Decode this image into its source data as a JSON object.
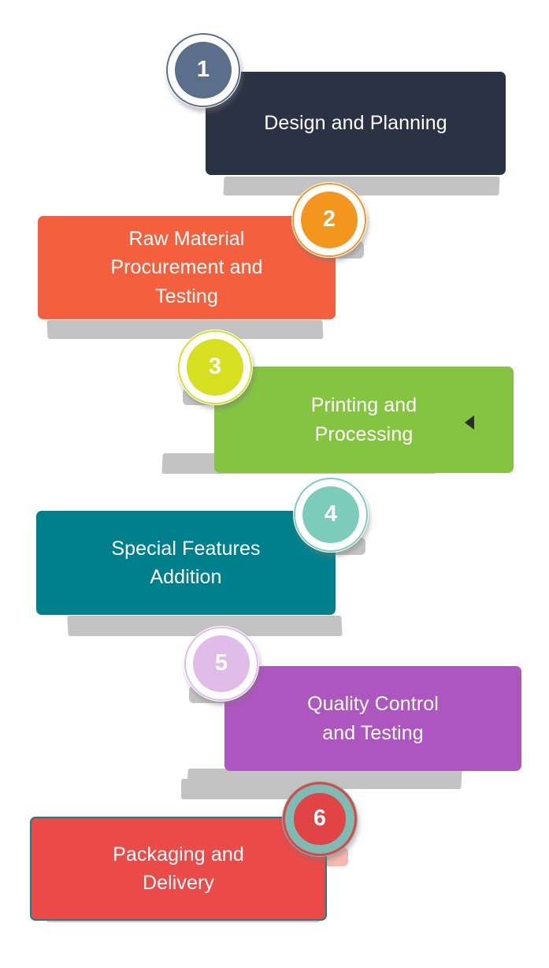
{
  "diagram": {
    "type": "vertical-process-flow",
    "step_count": 6,
    "steps": [
      {
        "number": "1",
        "label": "Design and Planning",
        "card_color": "#2b3243",
        "badge_color": "#5b6e8c",
        "align": "right",
        "shadow_color": "#c3c3c3"
      },
      {
        "number": "2",
        "label": "Raw Material\nProcurement and\nTesting",
        "card_color": "#f4603e",
        "badge_color": "#f2961e",
        "align": "left",
        "shadow_color": "#c3c3c3"
      },
      {
        "number": "3",
        "label": "Printing and\nProcessing",
        "card_color": "#84c441",
        "badge_color": "#d6e021",
        "align": "right",
        "shadow_color": "#c3c3c3",
        "marker": "left-triangle-marker"
      },
      {
        "number": "4",
        "label": "Special Features\nAddition",
        "card_color": "#00808c",
        "badge_color": "#7cccbc",
        "align": "left",
        "shadow_color": "#c3c3c3"
      },
      {
        "number": "5",
        "label": "Quality Control\nand Testing",
        "card_color": "#ae56c0",
        "badge_color": "#e0bce8",
        "align": "right",
        "shadow_color": "#c3c3c3"
      },
      {
        "number": "6",
        "label": "Packaging and\nDelivery",
        "card_color": "#ea4a48",
        "badge_color": "#e04444",
        "badge_ring_color": "#7cbcb4",
        "card_border_color": "#1b7f87",
        "align": "left",
        "shadow_color": "#f7b8b2"
      }
    ]
  }
}
